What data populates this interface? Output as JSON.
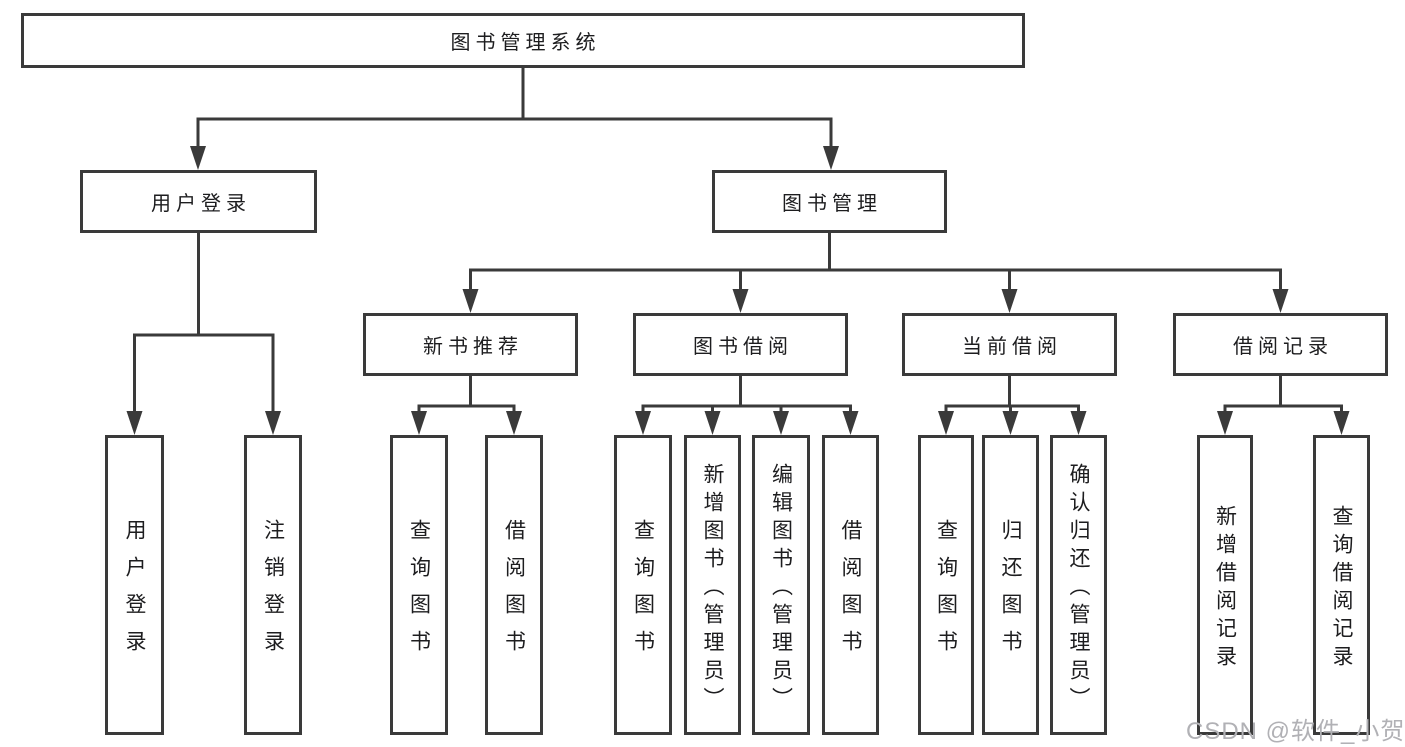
{
  "tree": {
    "root": {
      "label": "图书管理系统",
      "children": [
        {
          "label": "用户登录",
          "children": [
            {
              "label": "用户登录"
            },
            {
              "label": "注销登录"
            }
          ]
        },
        {
          "label": "图书管理",
          "children": [
            {
              "label": "新书推荐",
              "children": [
                {
                  "label": "查询图书"
                },
                {
                  "label": "借阅图书"
                }
              ]
            },
            {
              "label": "图书借阅",
              "children": [
                {
                  "label": "查询图书"
                },
                {
                  "label": "新增图书（管理员）"
                },
                {
                  "label": "编辑图书（管理员）"
                },
                {
                  "label": "借阅图书"
                }
              ]
            },
            {
              "label": "当前借阅",
              "children": [
                {
                  "label": "查询图书"
                },
                {
                  "label": "归还图书"
                },
                {
                  "label": "确认归还（管理员）"
                }
              ]
            },
            {
              "label": "借阅记录",
              "children": [
                {
                  "label": "新增借阅记录"
                },
                {
                  "label": "查询借阅记录"
                }
              ]
            }
          ]
        }
      ]
    }
  },
  "watermark": {
    "text": "CSDN @软件_小贺同学"
  },
  "colors": {
    "line": "#3a3a3a",
    "text": "#1d1d1f",
    "background": "#ffffff",
    "watermark": "#b1b1b5"
  }
}
